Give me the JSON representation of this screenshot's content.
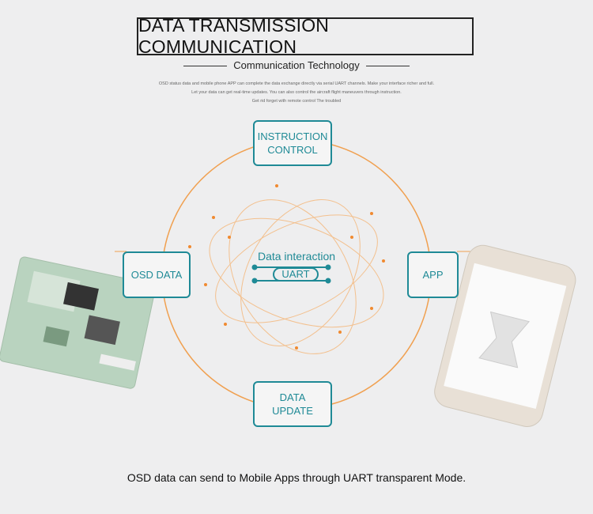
{
  "header": {
    "title": "DATA TRANSMISSION COMMUNICATION",
    "subtitle": "Communication Technology",
    "description": [
      "OSD status data and mobile phone APP can complete the data exchange directly via serial UART channels. Make your interface richer and full.",
      "Let your data can get real-time updates. You can also control the aircraft flight maneuvers through instruction.",
      "Get rid forget with remote control The troubled"
    ]
  },
  "diagram": {
    "top": "INSTRUCTION CONTROL",
    "left": "OSD DATA",
    "right": "APP",
    "bottom": "DATA UPDATE",
    "center_label": "Data interaction",
    "center_badge": "UART"
  },
  "caption": "OSD data can send to Mobile Apps through UART transparent Mode.",
  "colors": {
    "accent": "#1f8a96",
    "orbit": "#f0a050"
  }
}
